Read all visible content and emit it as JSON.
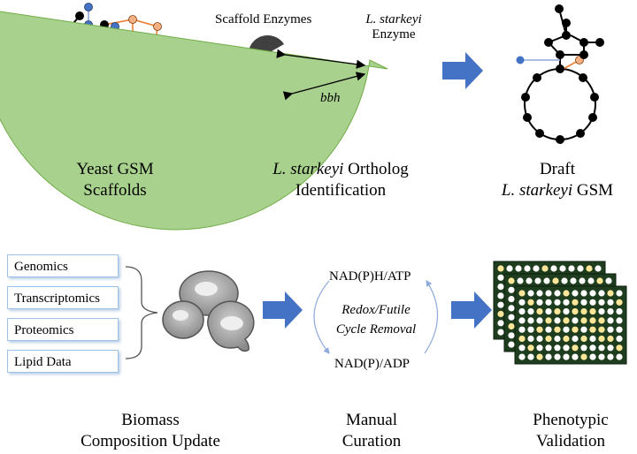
{
  "panels": {
    "scaffolds": {
      "line1": "Yeast GSM",
      "line2": "Scaffolds"
    },
    "ortholog": {
      "line1_italic": "L. starkeyi",
      "line1_rest": " Ortholog",
      "line2": "Identification",
      "scaffold_label": "Scaffold Enzymes",
      "enzyme_label_italic": "L. starkeyi",
      "enzyme_label_rest": "Enzyme",
      "bbh_label": "bbh"
    },
    "draft": {
      "line1": "Draft",
      "line2_italic": "L. starkeyi",
      "line2_rest": " GSM"
    },
    "biomass": {
      "line1": "Biomass",
      "line2": "Composition Update",
      "data_sources": [
        "Genomics",
        "Transcriptomics",
        "Proteomics",
        "Lipid Data"
      ]
    },
    "curation": {
      "line1": "Manual",
      "line2": "Curation",
      "top_cofactor": "NAD(P)H/ATP",
      "middle_line1": "Redox/Futile",
      "middle_line2": "Cycle Removal",
      "bottom_cofactor": "NAD(P)/ADP"
    },
    "validation": {
      "line1": "Phenotypic",
      "line2": "Validation"
    }
  },
  "colors": {
    "arrow": "#4472c4",
    "node_black": "#000000",
    "node_blue": "#4472c4",
    "node_orange": "#f4b183",
    "edge_orange": "#ed7d31",
    "edge_blue": "#8faadc",
    "enzyme_dark": "#404040",
    "enzyme_blue": "#4472c4",
    "enzyme_green": "#a9d18e",
    "plate_dark": "#1e3d1e",
    "well_white": "#ffffff",
    "well_yellow": "#ffe699"
  }
}
